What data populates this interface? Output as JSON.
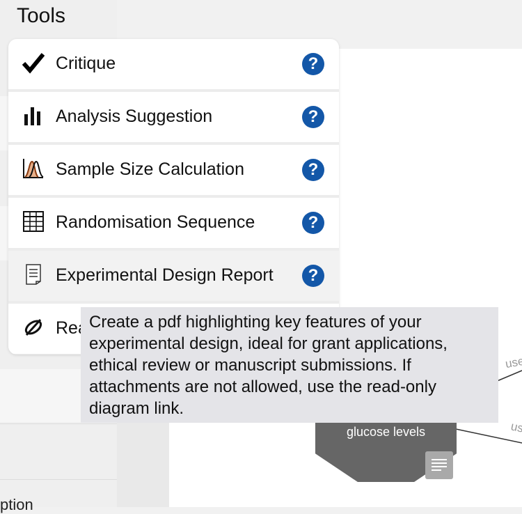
{
  "title": "Tools",
  "tools": [
    {
      "label": "Critique",
      "icon": "checkmark-icon"
    },
    {
      "label": "Analysis Suggestion",
      "icon": "bar-chart-icon"
    },
    {
      "label": "Sample Size Calculation",
      "icon": "distribution-curve-icon"
    },
    {
      "label": "Randomisation Sequence",
      "icon": "table-grid-icon"
    },
    {
      "label": "Experimental Design Report",
      "icon": "document-icon"
    },
    {
      "label": "Rea",
      "icon": "broken-link-icon"
    }
  ],
  "help_symbol": "?",
  "tooltip": {
    "text": "Create a pdf highlighting key features of your experimental design, ideal for grant applications, ethical review or manuscript submissions. If attachments are not allowed, use the read-only diagram link."
  },
  "diagram": {
    "node_label": "glucose levels",
    "edge_label_1": "use",
    "edge_label_2": "us"
  },
  "background": {
    "left_fragment": "ption"
  },
  "colors": {
    "help_button": "#1357a8",
    "node_fill": "#666666",
    "tooltip_bg": "#e4e4e8"
  }
}
